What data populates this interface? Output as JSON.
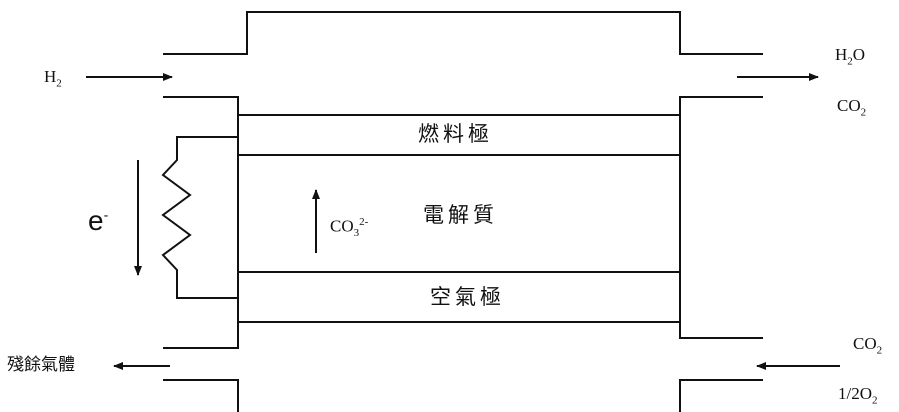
{
  "diagram": {
    "inputs": {
      "fuel_in_label": "H",
      "fuel_in_sub": "2",
      "co2_in_label": "CO",
      "co2_in_sub": "2",
      "o2_in_label": "1/2O",
      "o2_in_sub": "2"
    },
    "outputs": {
      "water_out_label": "H",
      "water_out_sub": "2",
      "water_out_tail": "O",
      "co2_out_label": "CO",
      "co2_out_sub": "2",
      "residual_gas_label": "殘餘氣體"
    },
    "layers": {
      "fuel_electrode": "燃料極",
      "electrolyte": "電解質",
      "air_electrode": "空氣極"
    },
    "ion": {
      "label": "CO",
      "sub": "3",
      "sup": "2-"
    },
    "electron": {
      "label": "e",
      "sup": "-"
    },
    "colors": {
      "line": "#111111",
      "background": "#ffffff"
    }
  }
}
